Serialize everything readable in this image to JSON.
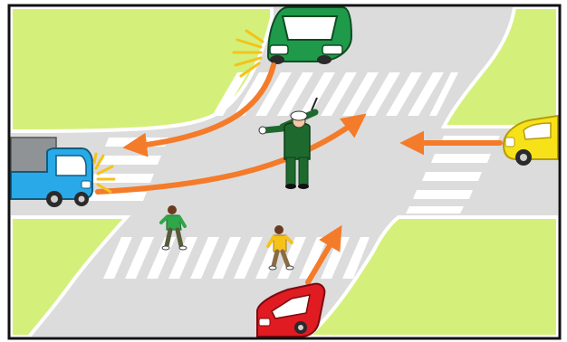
{
  "scene": {
    "description_free": true,
    "colors": {
      "grass": "#d4f07a",
      "road": "#dcdcdc",
      "curb": "#ffffff",
      "crosswalk": "#ffffff",
      "arrow": "#f47b2a",
      "frame": "#111111",
      "car_green": "#1f9a4a",
      "car_red": "#e01b22",
      "car_yellow": "#f7e21a",
      "truck_blue": "#2aa9e8",
      "truck_cargo": "#8f9396",
      "officer_uniform": "#1e6a2e",
      "horn_burst": "#f6c21a"
    },
    "elements": {
      "traffic_officer": "traffic-officer",
      "pedestrian_left": "pedestrian-green",
      "pedestrian_right": "pedestrian-yellow",
      "car_top": "green-car",
      "car_right": "yellow-car",
      "car_bottom": "red-car",
      "truck_left": "blue-truck"
    }
  }
}
